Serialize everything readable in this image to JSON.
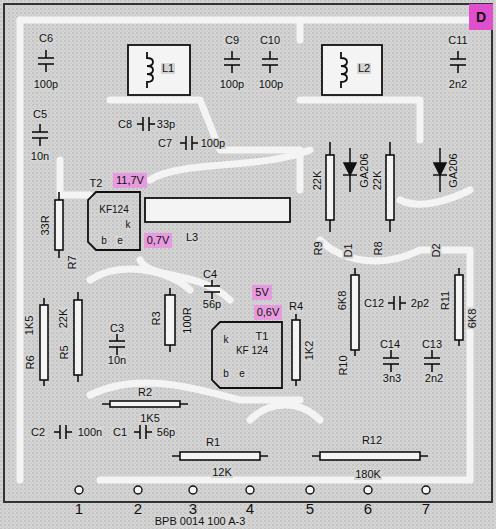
{
  "diagram": {
    "nodes": [
      {
        "text": [
          "D"
        ]
      },
      {
        "text": [
          "11,7V"
        ]
      },
      {
        "text": [
          "0,7V"
        ]
      },
      {
        "text": [
          "5V"
        ]
      },
      {
        "text": [
          "0,6V"
        ]
      }
    ],
    "labels": [
      "L1",
      "L2",
      "C6",
      "100p",
      "C5",
      "10n",
      "C8",
      "33p",
      "C7",
      "100p",
      "C9",
      "C10",
      "100p",
      "100p",
      "C11",
      "2n2",
      "33R",
      "R7",
      "T2",
      "KF124",
      "k",
      "b",
      "e",
      "L3",
      "22K",
      "R9",
      "GA206",
      "D1",
      "22K",
      "R8",
      "GA206",
      "D2",
      "C4",
      "56p",
      "R3",
      "100R",
      "C3",
      "10n",
      "T1",
      "KF 124",
      "k",
      "b",
      "e",
      "R4",
      "1K2",
      "6K8",
      "R10",
      "C12",
      "2p2",
      "R11",
      "6K8",
      "C14",
      "3n3",
      "C13",
      "2n2",
      "1K5",
      "R6",
      "22K",
      "R5",
      "R2",
      "1K5",
      "C2",
      "100n",
      "C1",
      "56p",
      "R1",
      "12K",
      "R12",
      "180K",
      "1",
      "2",
      "3",
      "4",
      "5",
      "6",
      "7",
      "BPB 0014 100 A-3"
    ]
  }
}
